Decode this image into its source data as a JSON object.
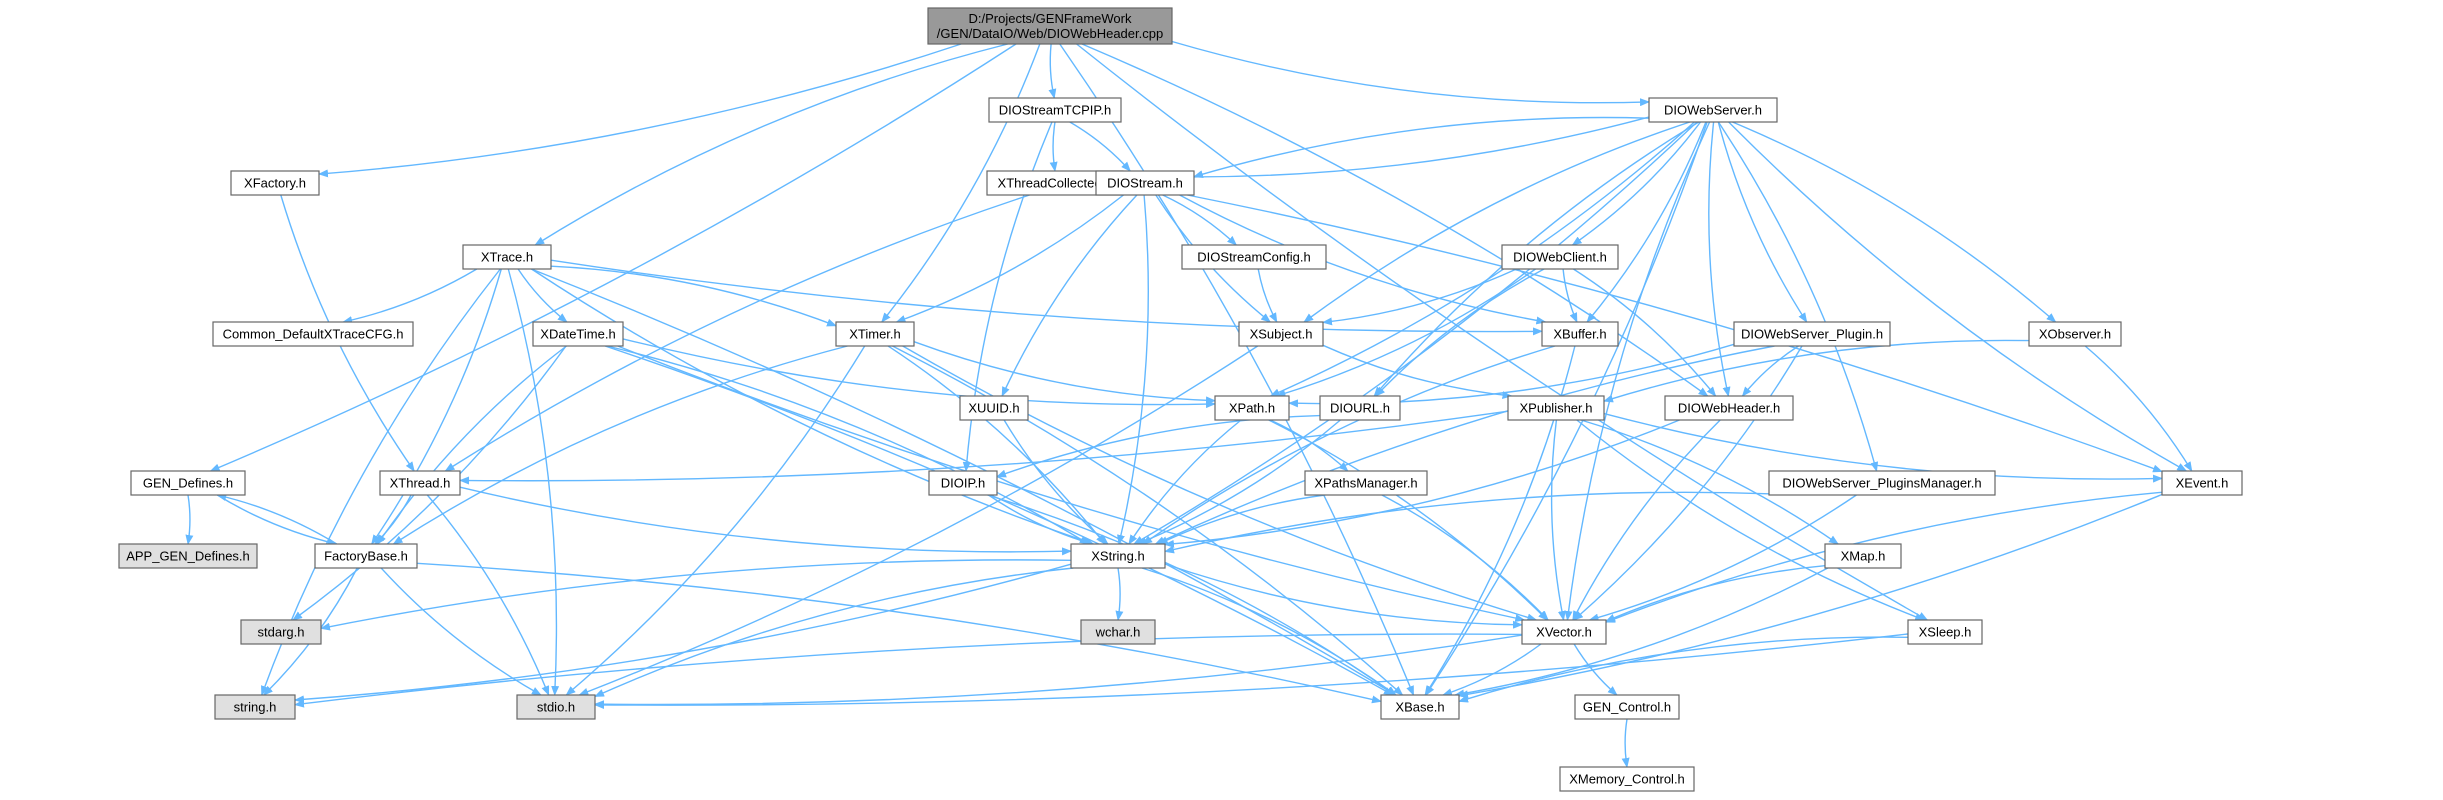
{
  "colors": {
    "edge": "#63b8ff",
    "node_fill": "#ffffff",
    "root_fill": "#999999",
    "system_fill": "#e0e0e0",
    "border": "#666666"
  },
  "nodes": [
    {
      "id": "root",
      "lines": [
        "D:/Projects/GENFrameWork",
        "/GEN/DataIO/Web/DIOWebHeader.cpp"
      ],
      "style": "root"
    },
    {
      "id": "XFactory",
      "lines": [
        "XFactory.h"
      ],
      "style": "normal"
    },
    {
      "id": "XTrace",
      "lines": [
        "XTrace.h"
      ],
      "style": "normal"
    },
    {
      "id": "DIOStreamTCPIP",
      "lines": [
        "DIOStreamTCPIP.h"
      ],
      "style": "normal"
    },
    {
      "id": "DIOWebServer",
      "lines": [
        "DIOWebServer.h"
      ],
      "style": "normal"
    },
    {
      "id": "XThreadCollected",
      "lines": [
        "XThreadCollected.h"
      ],
      "style": "normal"
    },
    {
      "id": "DIOStream",
      "lines": [
        "DIOStream.h"
      ],
      "style": "normal"
    },
    {
      "id": "DIOStreamConfig",
      "lines": [
        "DIOStreamConfig.h"
      ],
      "style": "normal"
    },
    {
      "id": "DIOWebClient",
      "lines": [
        "DIOWebClient.h"
      ],
      "style": "normal"
    },
    {
      "id": "CommonCFG",
      "lines": [
        "Common_DefaultXTraceCFG.h"
      ],
      "style": "normal"
    },
    {
      "id": "XDateTime",
      "lines": [
        "XDateTime.h"
      ],
      "style": "normal"
    },
    {
      "id": "XTimer",
      "lines": [
        "XTimer.h"
      ],
      "style": "normal"
    },
    {
      "id": "XSubject",
      "lines": [
        "XSubject.h"
      ],
      "style": "normal"
    },
    {
      "id": "XBuffer",
      "lines": [
        "XBuffer.h"
      ],
      "style": "normal"
    },
    {
      "id": "DIOWebServerPlugin",
      "lines": [
        "DIOWebServer_Plugin.h"
      ],
      "style": "normal"
    },
    {
      "id": "XObserver",
      "lines": [
        "XObserver.h"
      ],
      "style": "normal"
    },
    {
      "id": "XUUID",
      "lines": [
        "XUUID.h"
      ],
      "style": "normal"
    },
    {
      "id": "XPath",
      "lines": [
        "XPath.h"
      ],
      "style": "normal"
    },
    {
      "id": "DIOURL",
      "lines": [
        "DIOURL.h"
      ],
      "style": "normal"
    },
    {
      "id": "XPublisher",
      "lines": [
        "XPublisher.h"
      ],
      "style": "normal"
    },
    {
      "id": "DIOWebHeader",
      "lines": [
        "DIOWebHeader.h"
      ],
      "style": "normal"
    },
    {
      "id": "GEN_Defines",
      "lines": [
        "GEN_Defines.h"
      ],
      "style": "normal"
    },
    {
      "id": "XThread",
      "lines": [
        "XThread.h"
      ],
      "style": "normal"
    },
    {
      "id": "DIOIP",
      "lines": [
        "DIOIP.h"
      ],
      "style": "normal"
    },
    {
      "id": "XPathsManager",
      "lines": [
        "XPathsManager.h"
      ],
      "style": "normal"
    },
    {
      "id": "PluginsManager",
      "lines": [
        "DIOWebServer_PluginsManager.h"
      ],
      "style": "normal"
    },
    {
      "id": "XEvent",
      "lines": [
        "XEvent.h"
      ],
      "style": "normal"
    },
    {
      "id": "APP_GEN",
      "lines": [
        "APP_GEN_Defines.h"
      ],
      "style": "system"
    },
    {
      "id": "FactoryBase",
      "lines": [
        "FactoryBase.h"
      ],
      "style": "normal"
    },
    {
      "id": "XString",
      "lines": [
        "XString.h"
      ],
      "style": "normal"
    },
    {
      "id": "XMap",
      "lines": [
        "XMap.h"
      ],
      "style": "normal"
    },
    {
      "id": "stdarg",
      "lines": [
        "stdarg.h"
      ],
      "style": "system"
    },
    {
      "id": "wchar",
      "lines": [
        "wchar.h"
      ],
      "style": "system"
    },
    {
      "id": "XVector",
      "lines": [
        "XVector.h"
      ],
      "style": "normal"
    },
    {
      "id": "XSleep",
      "lines": [
        "XSleep.h"
      ],
      "style": "normal"
    },
    {
      "id": "string",
      "lines": [
        "string.h"
      ],
      "style": "system"
    },
    {
      "id": "stdio",
      "lines": [
        "stdio.h"
      ],
      "style": "system"
    },
    {
      "id": "XBase",
      "lines": [
        "XBase.h"
      ],
      "style": "normal"
    },
    {
      "id": "GEN_Control",
      "lines": [
        "GEN_Control.h"
      ],
      "style": "normal"
    },
    {
      "id": "XMemoryControl",
      "lines": [
        "XMemory_Control.h"
      ],
      "style": "normal"
    }
  ],
  "edges": [
    [
      "root",
      "XFactory"
    ],
    [
      "root",
      "XTrace"
    ],
    [
      "root",
      "GEN_Defines"
    ],
    [
      "root",
      "DIOStreamTCPIP"
    ],
    [
      "root",
      "XTimer"
    ],
    [
      "root",
      "DIOWebServer"
    ],
    [
      "root",
      "DIOWebHeader"
    ],
    [
      "root",
      "XSleep"
    ],
    [
      "root",
      "XBase"
    ],
    [
      "XFactory",
      "XThread"
    ],
    [
      "XTrace",
      "CommonCFG"
    ],
    [
      "XTrace",
      "XDateTime"
    ],
    [
      "XTrace",
      "XTimer"
    ],
    [
      "XTrace",
      "XBuffer"
    ],
    [
      "XTrace",
      "FactoryBase"
    ],
    [
      "XTrace",
      "XString"
    ],
    [
      "XTrace",
      "stdio"
    ],
    [
      "XTrace",
      "string"
    ],
    [
      "XTrace",
      "XBase"
    ],
    [
      "DIOStreamTCPIP",
      "XThreadCollected"
    ],
    [
      "DIOStreamTCPIP",
      "DIOStream"
    ],
    [
      "DIOStreamTCPIP",
      "DIOIP"
    ],
    [
      "DIOWebServer",
      "XThreadCollected"
    ],
    [
      "DIOWebServer",
      "DIOStream"
    ],
    [
      "DIOWebServer",
      "DIOWebClient"
    ],
    [
      "DIOWebServer",
      "XSubject"
    ],
    [
      "DIOWebServer",
      "XBuffer"
    ],
    [
      "DIOWebServer",
      "DIOWebServerPlugin"
    ],
    [
      "DIOWebServer",
      "XObserver"
    ],
    [
      "DIOWebServer",
      "DIOWebHeader"
    ],
    [
      "DIOWebServer",
      "PluginsManager"
    ],
    [
      "DIOWebServer",
      "XEvent"
    ],
    [
      "DIOWebServer",
      "XPath"
    ],
    [
      "DIOWebServer",
      "DIOURL"
    ],
    [
      "DIOWebServer",
      "XString"
    ],
    [
      "DIOWebServer",
      "XVector"
    ],
    [
      "DIOWebServer",
      "XBase"
    ],
    [
      "XThreadCollected",
      "XThread"
    ],
    [
      "DIOStream",
      "DIOStreamConfig"
    ],
    [
      "DIOStream",
      "XSubject"
    ],
    [
      "DIOStream",
      "XTimer"
    ],
    [
      "DIOStream",
      "XUUID"
    ],
    [
      "DIOStream",
      "XString"
    ],
    [
      "DIOStream",
      "XBuffer"
    ],
    [
      "DIOStream",
      "XEvent"
    ],
    [
      "DIOStreamConfig",
      "XSubject"
    ],
    [
      "DIOWebClient",
      "XSubject"
    ],
    [
      "DIOWebClient",
      "XBuffer"
    ],
    [
      "DIOWebClient",
      "DIOWebHeader"
    ],
    [
      "DIOWebClient",
      "DIOURL"
    ],
    [
      "DIOWebClient",
      "XPath"
    ],
    [
      "XDateTime",
      "XPath"
    ],
    [
      "XDateTime",
      "XString"
    ],
    [
      "XDateTime",
      "XVector"
    ],
    [
      "XDateTime",
      "XBase"
    ],
    [
      "XDateTime",
      "FactoryBase"
    ],
    [
      "XDateTime",
      "stdarg"
    ],
    [
      "XTimer",
      "XPath"
    ],
    [
      "XTimer",
      "XString"
    ],
    [
      "XTimer",
      "XVector"
    ],
    [
      "XTimer",
      "XBase"
    ],
    [
      "XTimer",
      "FactoryBase"
    ],
    [
      "XTimer",
      "stdio"
    ],
    [
      "XSubject",
      "XPublisher"
    ],
    [
      "XSubject",
      "stdio"
    ],
    [
      "XBuffer",
      "XString"
    ],
    [
      "XBuffer",
      "XBase"
    ],
    [
      "DIOWebServerPlugin",
      "DIOWebHeader"
    ],
    [
      "DIOWebServerPlugin",
      "XPath"
    ],
    [
      "DIOWebServerPlugin",
      "XString"
    ],
    [
      "DIOWebServerPlugin",
      "XVector"
    ],
    [
      "XObserver",
      "XPublisher"
    ],
    [
      "XObserver",
      "XEvent"
    ],
    [
      "XUUID",
      "XString"
    ],
    [
      "XPath",
      "XPathsManager"
    ],
    [
      "XPath",
      "XString"
    ],
    [
      "XPath",
      "XVector"
    ],
    [
      "DIOURL",
      "DIOIP"
    ],
    [
      "DIOURL",
      "XString"
    ],
    [
      "XPublisher",
      "XVector"
    ],
    [
      "XPublisher",
      "XMap"
    ],
    [
      "XPublisher",
      "XEvent"
    ],
    [
      "XPublisher",
      "XThread"
    ],
    [
      "XPublisher",
      "XSleep"
    ],
    [
      "DIOWebHeader",
      "XString"
    ],
    [
      "DIOWebHeader",
      "XVector"
    ],
    [
      "GEN_Defines",
      "APP_GEN"
    ],
    [
      "GEN_Defines",
      "FactoryBase"
    ],
    [
      "XThread",
      "FactoryBase"
    ],
    [
      "XThread",
      "XString"
    ],
    [
      "XThread",
      "stdio"
    ],
    [
      "DIOIP",
      "XString"
    ],
    [
      "DIOIP",
      "XBase"
    ],
    [
      "XPathsManager",
      "XString"
    ],
    [
      "XPathsManager",
      "XVector"
    ],
    [
      "PluginsManager",
      "XString"
    ],
    [
      "PluginsManager",
      "XVector"
    ],
    [
      "XEvent",
      "XVector"
    ],
    [
      "XEvent",
      "XBase"
    ],
    [
      "FactoryBase",
      "GEN_Defines"
    ],
    [
      "FactoryBase",
      "string"
    ],
    [
      "FactoryBase",
      "stdio"
    ],
    [
      "FactoryBase",
      "XBase"
    ],
    [
      "XString",
      "stdarg"
    ],
    [
      "XString",
      "wchar"
    ],
    [
      "XString",
      "XVector"
    ],
    [
      "XString",
      "string"
    ],
    [
      "XString",
      "stdio"
    ],
    [
      "XString",
      "XBase"
    ],
    [
      "XMap",
      "XVector"
    ],
    [
      "XMap",
      "XBase"
    ],
    [
      "XVector",
      "GEN_Control"
    ],
    [
      "XVector",
      "XBase"
    ],
    [
      "XVector",
      "string"
    ],
    [
      "XVector",
      "stdio"
    ],
    [
      "XSleep",
      "XBase"
    ],
    [
      "XSleep",
      "stdio"
    ],
    [
      "GEN_Control",
      "XMemoryControl"
    ]
  ]
}
